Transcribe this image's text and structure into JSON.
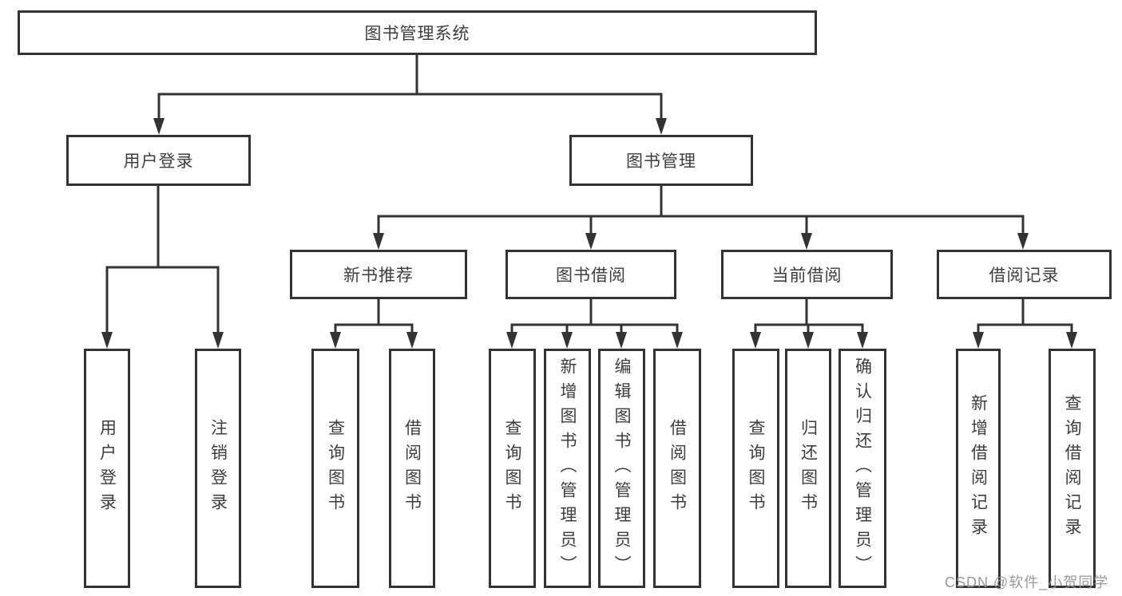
{
  "colors": {
    "line": "#333333",
    "box_border": "#333333",
    "text": "#3d3d3d",
    "background": "#ffffff",
    "watermark": "#949494"
  },
  "diagram": {
    "title": "图书管理系统",
    "userLogin": {
      "label": "用户登录",
      "children": {
        "login": "用户登录",
        "logout": "注销登录"
      }
    },
    "bookManagement": {
      "label": "图书管理",
      "modules": {
        "newBook": {
          "label": "新书推荐",
          "children": {
            "query": "查询图书",
            "borrow": "借阅图书"
          }
        },
        "bookBorrow": {
          "label": "图书借阅",
          "children": {
            "query": "查询图书",
            "add": "新增图书（管理员）",
            "edit": "编辑图书（管理员）",
            "borrow": "借阅图书"
          }
        },
        "currentBorrow": {
          "label": "当前借阅",
          "children": {
            "query": "查询图书",
            "return": "归还图书",
            "confirm": "确认归还（管理员）"
          }
        },
        "borrowRecord": {
          "label": "借阅记录",
          "children": {
            "add": "新增借阅记录",
            "query": "查询借阅记录"
          }
        }
      }
    }
  },
  "watermark": "CSDN @软件_小贺同学"
}
